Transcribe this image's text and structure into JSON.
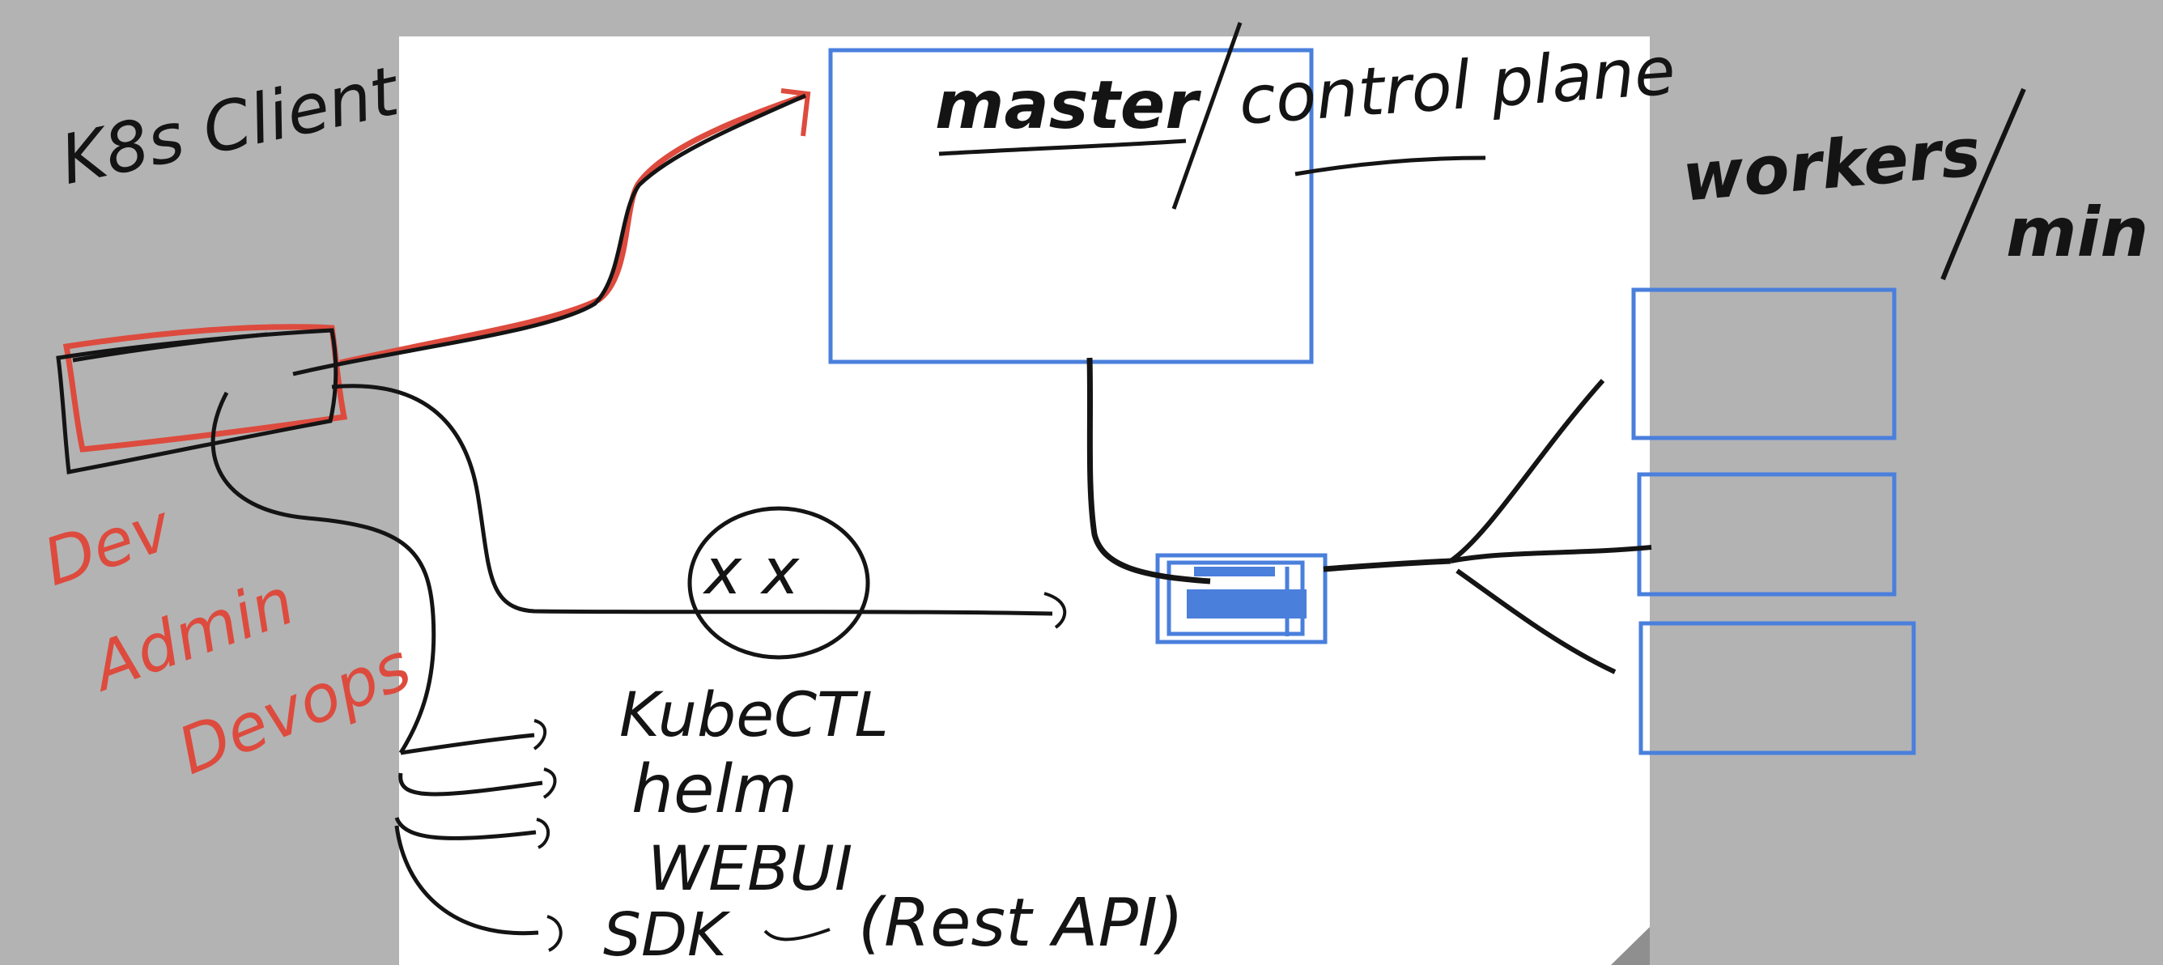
{
  "labels": {
    "client": "K8s Client",
    "master": "master",
    "control_plane": "control plane",
    "workers": "workers",
    "min": "min",
    "roles": [
      "Dev",
      "Admin",
      "Devops"
    ],
    "blocked": "x x",
    "tools": [
      "KubeCTL",
      "helm",
      "WEBUI",
      "SDK"
    ],
    "rest_api": "(Rest API)"
  },
  "colors": {
    "ink": "#141414",
    "red": "#dd4b3e",
    "blue": "#4a7fdc",
    "page": "#ffffff",
    "background": "#b3b3b3"
  }
}
